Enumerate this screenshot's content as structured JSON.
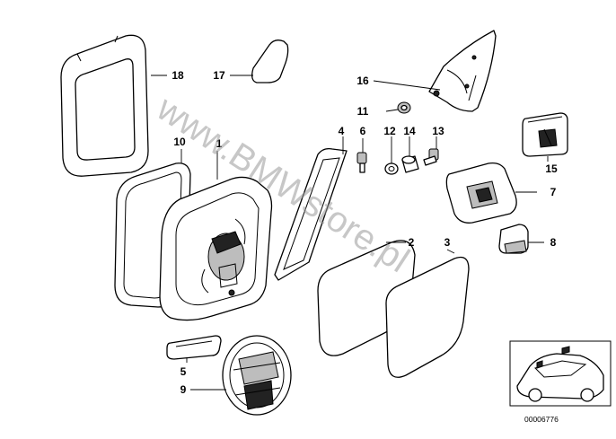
{
  "watermark": "www.BMWstore.pl",
  "reference_code": "00006776",
  "callouts": [
    {
      "id": "c1",
      "label": "1"
    },
    {
      "id": "c2",
      "label": "2"
    },
    {
      "id": "c3",
      "label": "3"
    },
    {
      "id": "c4",
      "label": "4"
    },
    {
      "id": "c5",
      "label": "5"
    },
    {
      "id": "c6",
      "label": "6"
    },
    {
      "id": "c7",
      "label": "7"
    },
    {
      "id": "c8",
      "label": "8"
    },
    {
      "id": "c9",
      "label": "9"
    },
    {
      "id": "c10",
      "label": "10"
    },
    {
      "id": "c11",
      "label": "11"
    },
    {
      "id": "c12",
      "label": "12"
    },
    {
      "id": "c13",
      "label": "13"
    },
    {
      "id": "c14",
      "label": "14"
    },
    {
      "id": "c15",
      "label": "15"
    },
    {
      "id": "c16",
      "label": "16"
    },
    {
      "id": "c17",
      "label": "17"
    },
    {
      "id": "c18",
      "label": "18"
    }
  ]
}
